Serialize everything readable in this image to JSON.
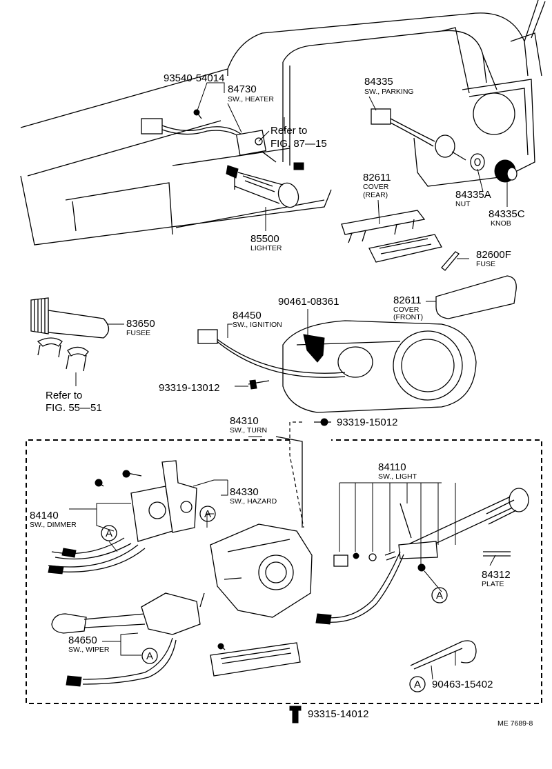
{
  "drawing_code": "ME 7689-8",
  "callout_marker": "A",
  "parts": {
    "p93540": {
      "number": "93540-54014"
    },
    "p84730": {
      "number": "84730",
      "desc": "SW., HEATER"
    },
    "p84335": {
      "number": "84335",
      "desc": "SW., PARKING"
    },
    "p85500": {
      "number": "85500",
      "desc": "LIGHTER"
    },
    "p82611r": {
      "number": "82611",
      "desc1": "COVER",
      "desc2": "(REAR)"
    },
    "p84335a": {
      "number": "84335A",
      "desc": "NUT"
    },
    "p84335c": {
      "number": "84335C",
      "desc": "KNOB"
    },
    "p82600f": {
      "number": "82600F",
      "desc": "FUSE"
    },
    "p82611f": {
      "number": "82611",
      "desc1": "COVER",
      "desc2": "(FRONT)"
    },
    "p90461": {
      "number": "90461-08361"
    },
    "p84450": {
      "number": "84450",
      "desc": "SW., IGNITION"
    },
    "p83650": {
      "number": "83650",
      "desc": "FUSEE"
    },
    "p93319a": {
      "number": "93319-13012"
    },
    "p84310": {
      "number": "84310",
      "desc": "SW., TURN"
    },
    "p93319b": {
      "number": "93319-15012"
    },
    "p84330": {
      "number": "84330",
      "desc": "SW., HAZARD"
    },
    "p84140": {
      "number": "84140",
      "desc": "SW., DIMMER"
    },
    "p84110": {
      "number": "84110",
      "desc": "SW., LIGHT"
    },
    "p84312": {
      "number": "84312",
      "desc": "PLATE"
    },
    "p84650": {
      "number": "84650",
      "desc": "SW., WIPER"
    },
    "p90463": {
      "number": "90463-15402"
    },
    "p93315": {
      "number": "93315-14012"
    }
  },
  "refs": {
    "ref87_1": "Refer to",
    "ref87_2": "FIG. 87—15",
    "ref55_1": "Refer to",
    "ref55_2": "FIG. 55—51"
  }
}
